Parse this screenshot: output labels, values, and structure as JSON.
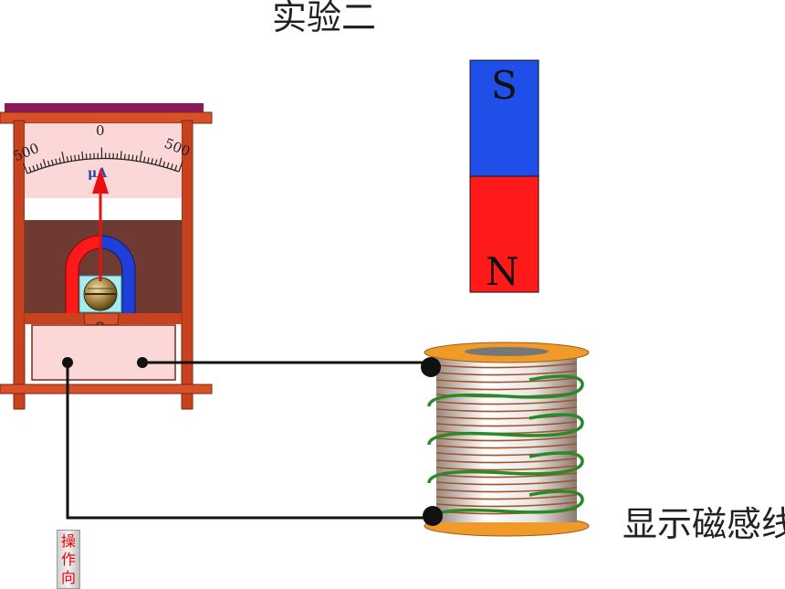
{
  "title": "实验二",
  "caption": "显示磁感线",
  "guide_button": {
    "chars": [
      "操",
      "作",
      "向"
    ]
  },
  "meter": {
    "scale_left": "500",
    "scale_center": "0",
    "scale_right": "500",
    "unit": "μA",
    "terminal_mark": "Θ",
    "needle_reading": 0
  },
  "magnet": {
    "top_pole": "S",
    "bottom_pole": "N",
    "top_color": "#1f4fe8",
    "bottom_color": "#ff1a1a"
  },
  "colors": {
    "frame": "#c8421e",
    "dial": "#fcd7d7",
    "panel": "#6e3a32",
    "wire": "#111111",
    "field_line": "#2a8a2a",
    "spool": "#f09a2a"
  }
}
